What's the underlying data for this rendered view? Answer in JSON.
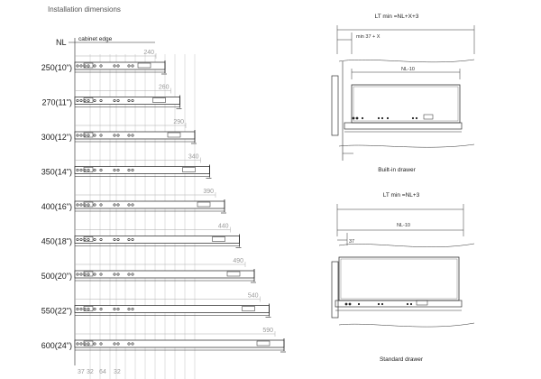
{
  "title": "Installation dimensions",
  "left_panel": {
    "nl_label": "NL",
    "cabinet_edge_label": "cabinet edge",
    "rows": [
      {
        "nl": "250(10\")",
        "dim": "240"
      },
      {
        "nl": "270(11\")",
        "dim": "260"
      },
      {
        "nl": "300(12\")",
        "dim": "290"
      },
      {
        "nl": "350(14\")",
        "dim": "340"
      },
      {
        "nl": "400(16\")",
        "dim": "390"
      },
      {
        "nl": "450(18\")",
        "dim": "440"
      },
      {
        "nl": "500(20\")",
        "dim": "490"
      },
      {
        "nl": "550(22\")",
        "dim": "540"
      },
      {
        "nl": "600(24\")",
        "dim": "590"
      }
    ],
    "bottom_dims": [
      "37",
      "32",
      "64",
      "32"
    ]
  },
  "built_in": {
    "formula": "LT min =NL+X+3",
    "min_label": "min 37 + X",
    "nl_label": "NL-10",
    "caption": "Built-in drawer"
  },
  "standard": {
    "formula": "LT min =NL+3",
    "nl_label": "NL-10",
    "offset_label": "37",
    "caption": "Standard drawer"
  }
}
